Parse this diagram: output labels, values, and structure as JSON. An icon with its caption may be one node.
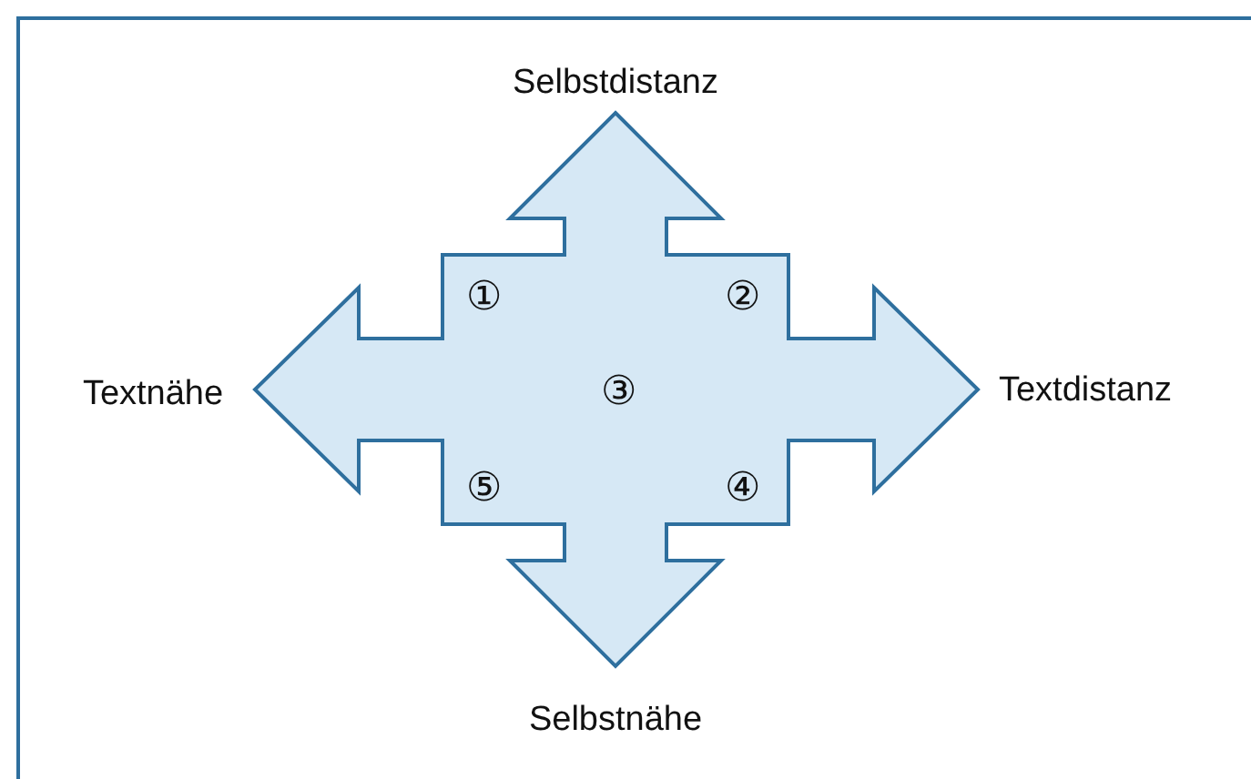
{
  "diagram": {
    "nodes": [
      {
        "text": [
          "①",
          "②",
          "③",
          "⑤",
          "④"
        ]
      }
    ],
    "edges": [],
    "labels": [
      "Selbstdistanz",
      "Textnähe",
      "Textdistanz",
      "Selbstnähe"
    ]
  }
}
